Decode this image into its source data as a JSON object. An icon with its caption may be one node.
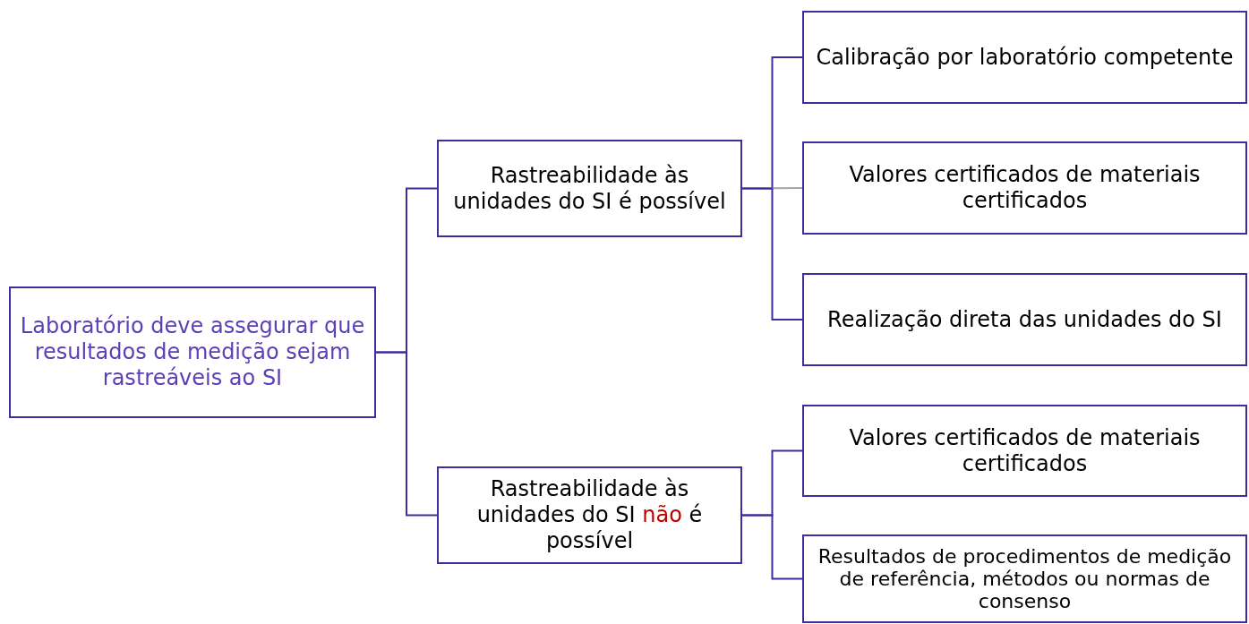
{
  "diagram": {
    "nodes": [
      {
        "text": [
          "Laboratório deve assegurar que resultados de medição sejam rastreáveis ao SI"
        ]
      },
      {
        "text": [
          "Rastreabilidade às unidades do SI é possível"
        ]
      },
      {
        "text": [
          "Calibração por laboratório competente"
        ]
      },
      {
        "text": [
          "Valores certificados de materiais certificados"
        ]
      },
      {
        "text": [
          "Realização direta das unidades do SI"
        ]
      },
      {
        "text": [
          "Rastreabilidade às unidades do SI **não** é possível"
        ]
      },
      {
        "text": [
          "Valores certificados de materiais certificados"
        ]
      },
      {
        "text": [
          "Resultados de procedimentos de medição de referência, métodos ou normas de consenso"
        ]
      }
    ],
    "edges": [
      {
        "from": 0,
        "to": 1,
        "arrow": "none"
      },
      {
        "from": 0,
        "to": 5,
        "arrow": "none"
      },
      {
        "from": 1,
        "to": 2,
        "arrow": "none"
      },
      {
        "from": 1,
        "to": 3,
        "arrow": "none",
        "color": "#a6a6a6"
      },
      {
        "from": 1,
        "to": 4,
        "arrow": "none"
      },
      {
        "from": 5,
        "to": 6,
        "arrow": "none"
      },
      {
        "from": 5,
        "to": 7,
        "arrow": "none"
      }
    ]
  }
}
